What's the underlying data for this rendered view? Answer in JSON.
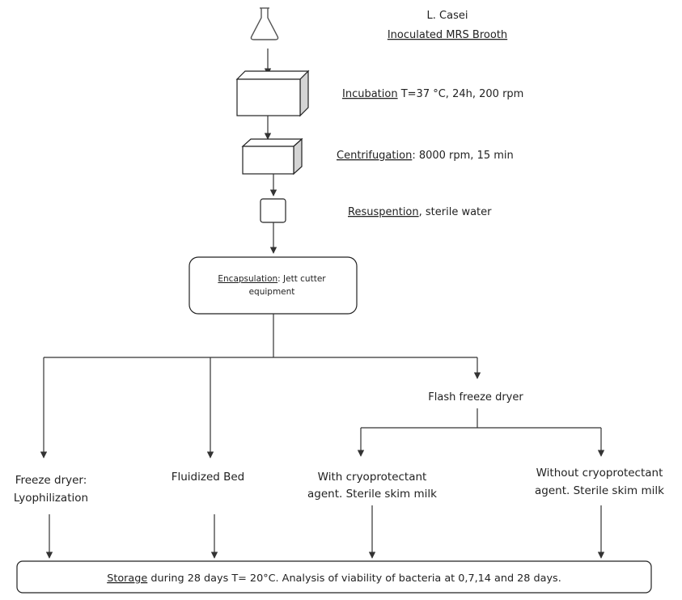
{
  "organism": "L. Casei",
  "medium": "Inoculated MRS Brooth",
  "steps": {
    "incubation": {
      "label": "Incubation",
      "detail": " T=37 °C,  24h, 200 rpm"
    },
    "centrifugation": {
      "label": "Centrifugation",
      "detail": ": 8000 rpm, 15 min"
    },
    "resuspension": {
      "label": "Resuspention",
      "detail": ", sterile water"
    }
  },
  "encapsulation": {
    "label": "Encapsulation",
    "detail_line1": ": Jett cutter",
    "detail_line2": "equipment"
  },
  "flash_freeze_dryer": "Flash freeze dryer",
  "branches": {
    "freeze_dryer": {
      "line1": "Freeze dryer:",
      "line2": "Lyophilization"
    },
    "fluidized_bed": {
      "line1": "Fluidized Bed"
    },
    "with_cryo": {
      "line1": "With cryoprotectant",
      "line2": "agent. Sterile skim milk"
    },
    "without_cryo": {
      "line1": "Without cryoprotectant",
      "line2": "agent. Sterile skim milk"
    }
  },
  "storage": {
    "label": "Storage",
    "detail": " during 28 days T= 20°C. Analysis of viability of bacteria at 0,7,14 and 28 days."
  },
  "colors": {
    "line": "#333333",
    "box_front": "#ffffff",
    "box_top": "#ffffff",
    "box_side": "#d4d4d4",
    "text": "#222222"
  }
}
